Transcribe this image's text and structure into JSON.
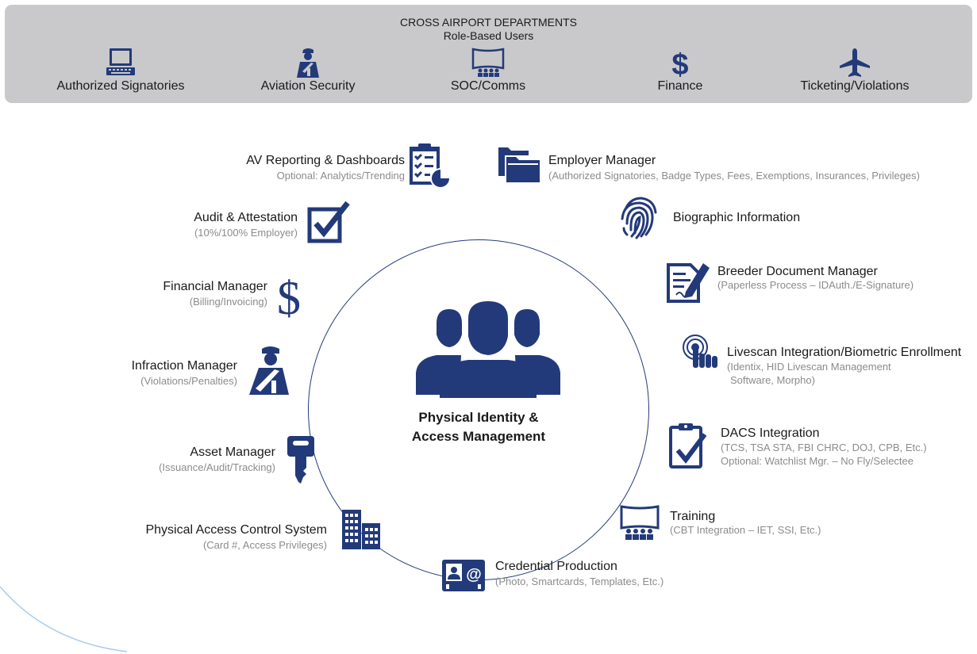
{
  "banner": {
    "title": "CROSS AIRPORT DEPARTMENTS",
    "subtitle": "Role-Based Users",
    "departments": [
      {
        "label": "Authorized Signatories",
        "icon": "computer-icon"
      },
      {
        "label": "Aviation Security",
        "icon": "security-officer-icon"
      },
      {
        "label": "SOC/Comms",
        "icon": "operations-center-icon"
      },
      {
        "label": "Finance",
        "icon": "dollar-icon"
      },
      {
        "label": "Ticketing/Violations",
        "icon": "airplane-icon"
      }
    ]
  },
  "hub": {
    "line1": "Physical Identity &",
    "line2": "Access Management",
    "icon": "user-group-icon"
  },
  "modules": {
    "av_reporting": {
      "title": "AV Reporting & Dashboards",
      "subtitle": "Optional: Analytics/Trending",
      "icon": "clipboard-chart-icon"
    },
    "audit": {
      "title": "Audit & Attestation",
      "subtitle": "(10%/100% Employer)",
      "icon": "checkbox-icon"
    },
    "financial": {
      "title": "Financial Manager",
      "subtitle": "(Billing/Invoicing)",
      "icon": "dollar-icon"
    },
    "infraction": {
      "title": "Infraction Manager",
      "subtitle": "(Violations/Penalties)",
      "icon": "security-officer-icon"
    },
    "asset": {
      "title": "Asset Manager",
      "subtitle": "(Issuance/Audit/Tracking)",
      "icon": "key-icon"
    },
    "pacs": {
      "title": "Physical Access Control System",
      "subtitle": "(Card #, Access Privileges)",
      "icon": "buildings-icon"
    },
    "credential": {
      "title": "Credential Production",
      "subtitle": "(Photo, Smartcards, Templates, Etc.)",
      "icon": "id-card-icon"
    },
    "training": {
      "title": "Training",
      "subtitle": "(CBT Integration – IET, SSI, Etc.)",
      "icon": "classroom-icon"
    },
    "dacs": {
      "title": "DACS Integration",
      "subtitle": "(TCS, TSA STA, FBI CHRC, DOJ, CPB, Etc.)",
      "subtitle2": "Optional: Watchlist Mgr. – No Fly/Selectee",
      "icon": "clipboard-check-icon"
    },
    "livescan": {
      "title": "Livescan Integration/Biometric Enrollment",
      "subtitle": "(Identix, HID Livescan Management",
      "subtitle2": "Software, Morpho)",
      "icon": "touch-icon"
    },
    "breeder": {
      "title": "Breeder Document Manager",
      "subtitle": "(Paperless Process – IDAuth./E-Signature)",
      "icon": "document-sign-icon"
    },
    "biographic": {
      "title": "Biographic Information",
      "icon": "fingerprint-icon"
    },
    "employer": {
      "title": "Employer Manager",
      "subtitle": "(Authorized Signatories, Badge Types, Fees, Exemptions, Insurances, Privileges)",
      "icon": "folders-icon"
    }
  },
  "colors": {
    "primary": "#233a7a",
    "banner": "#c9c9cb",
    "subtitle": "#8b8b8b",
    "arc": "#a9cdeb"
  }
}
